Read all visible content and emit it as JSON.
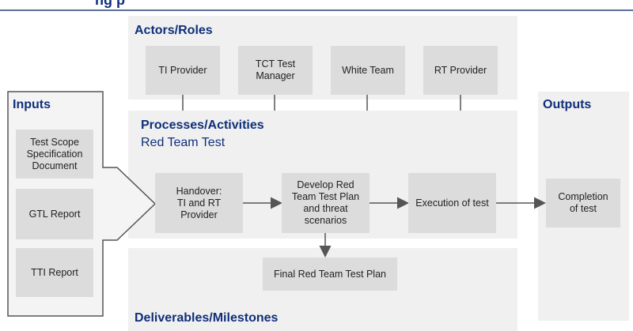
{
  "header": {
    "title_fragment": "ng p"
  },
  "actors": {
    "heading": "Actors/Roles",
    "items": [
      "TI Provider",
      "TCT Test\nManager",
      "White Team",
      "RT Provider"
    ]
  },
  "inputs": {
    "heading": "Inputs",
    "items": [
      "Test Scope\nSpecification\nDocument",
      "GTL Report",
      "TTI Report"
    ]
  },
  "processes": {
    "heading": "Processes/Activities",
    "subheading": "Red Team Test",
    "items": [
      "Handover:\nTI and RT\nProvider",
      "Develop Red\nTeam Test Plan\nand threat\nscenarios",
      "Execution of test"
    ]
  },
  "outputs": {
    "heading": "Outputs",
    "items": [
      "Completion\nof test"
    ]
  },
  "deliverables": {
    "heading": "Deliverables/Milestones",
    "items": [
      "Final Red Team Test Plan"
    ]
  },
  "colors": {
    "heading": "#0f2f7a",
    "panel": "#f0f0f0",
    "box": "#dcdcdc",
    "line": "#555555"
  }
}
